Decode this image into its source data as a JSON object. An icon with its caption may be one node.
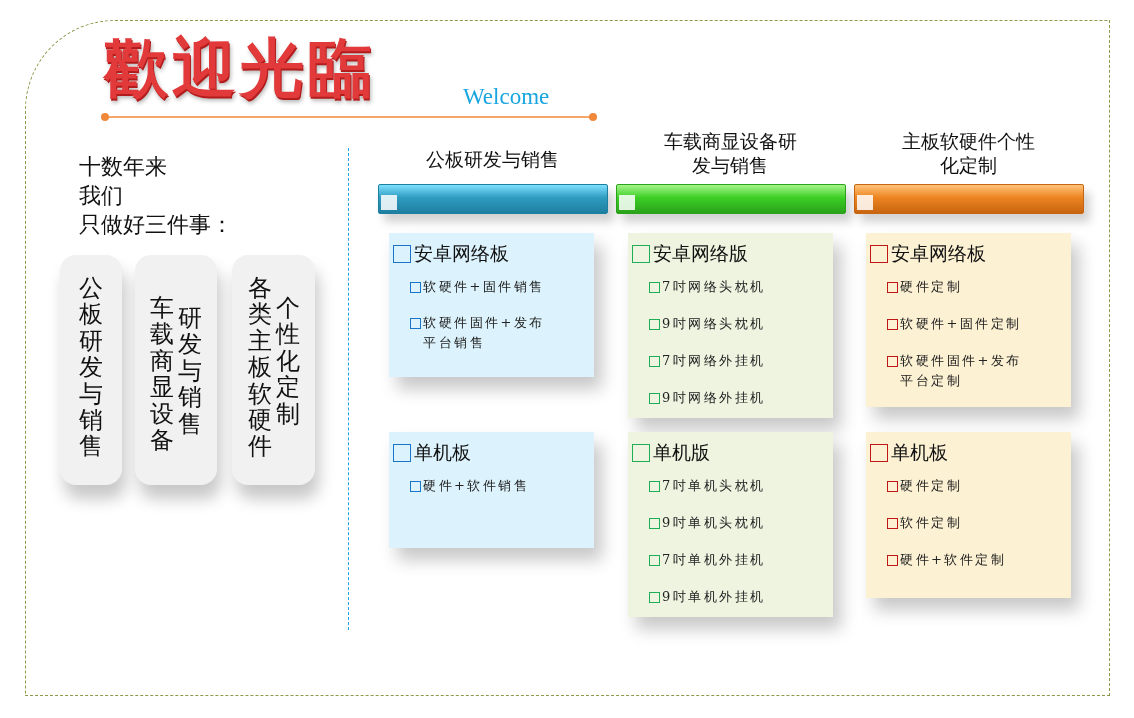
{
  "diagram": {
    "title": "歡迎光臨",
    "nodes": [
      {
        "text": [
          "公板研发与销售"
        ]
      },
      {
        "text": [
          "车载商显设备",
          "研发与销售"
        ]
      },
      {
        "text": [
          "各类主板软硬件",
          "个性化定制"
        ]
      },
      {
        "text": [
          "公板研发与销售"
        ]
      },
      {
        "text": [
          "车载商显设备研发与销售"
        ]
      },
      {
        "text": [
          "主板软硬件个性化定制"
        ]
      },
      {
        "text": [
          "安卓网络板",
          "软硬件+固件销售",
          "软硬件固件+发布平台销售"
        ]
      },
      {
        "text": [
          "安卓网络版",
          "7吋网络头枕机",
          "9吋网络头枕机",
          "7吋网络外挂机",
          "9吋网络外挂机"
        ]
      },
      {
        "text": [
          "安卓网络板",
          "硬件定制",
          "软硬件+固件定制",
          "软硬件固件+发布平台定制"
        ]
      },
      {
        "text": [
          "单机板",
          "硬件+软件销售"
        ]
      },
      {
        "text": [
          "单机版",
          "7吋单机头枕机",
          "9吋单机头枕机",
          "7吋单机外挂机",
          "9吋单机外挂机"
        ]
      },
      {
        "text": [
          "单机板",
          "硬件定制",
          "软件定制",
          "硬件+软件定制"
        ]
      }
    ],
    "labels": [
      "Welcome",
      "十数年来",
      "我们",
      "只做好三件事："
    ]
  }
}
